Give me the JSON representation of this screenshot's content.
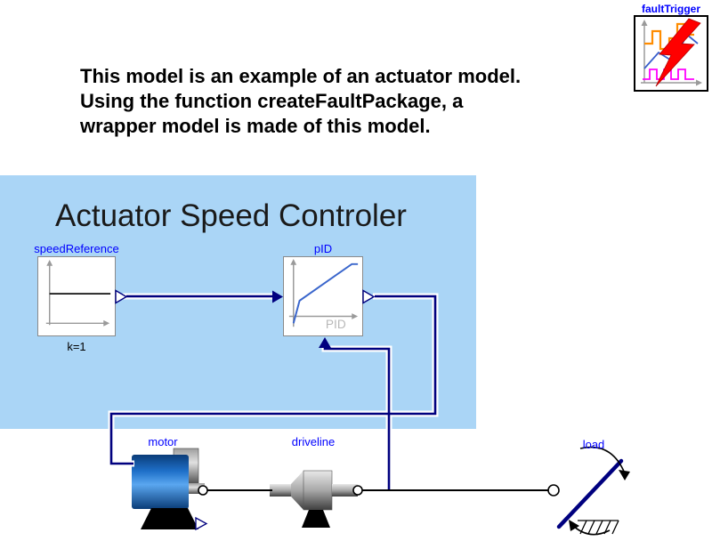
{
  "colors": {
    "panel_background": "#AAD5F6",
    "component_label": "#0000FF",
    "connection_line": "#00007F",
    "annotation_text": "#000000",
    "title_text": "#1A1A1A",
    "motor_body_blue": "#1E6FC8",
    "fault_bolt_red": "#FF0000",
    "plot_orange": "#FF8C00",
    "plot_magenta": "#FF00FF",
    "plot_blue": "#3A5FCD",
    "axis_gray": "#9A9A9A"
  },
  "fault_trigger": {
    "label": "faultTrigger"
  },
  "annotation": {
    "line1": "This model is an example of an actuator model.",
    "line2": "Using the function createFaultPackage, a",
    "line3": "wrapper model is made of this model."
  },
  "controller": {
    "title": "Actuator Speed Controler",
    "speed_reference": {
      "label": "speedReference",
      "parameter": "k=1"
    },
    "pid": {
      "label": "pID",
      "icon_text": "PID"
    }
  },
  "plant": {
    "motor_label": "motor",
    "driveline_label": "driveline",
    "load_label": "load"
  }
}
